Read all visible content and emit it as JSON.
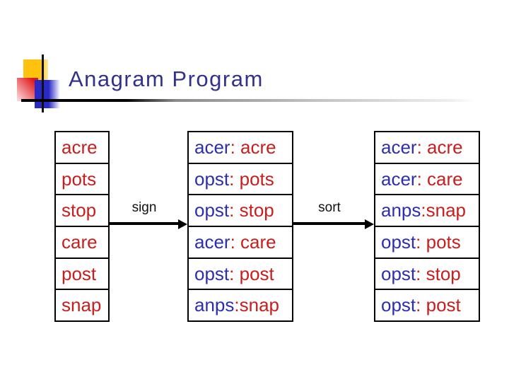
{
  "slide": {
    "title": "Anagram Program"
  },
  "colors": {
    "title": "#32328C",
    "word": "#C81E1E",
    "key": "#2E2EB0",
    "logoYellow": "#FFC20E",
    "logoBlue": "#2929C8",
    "logoRed": "#E01818"
  },
  "labels": {
    "sign": "sign",
    "sort": "sort"
  },
  "tables": {
    "input": {
      "rows": [
        "acre",
        "pots",
        "stop",
        "care",
        "post",
        "snap"
      ]
    },
    "signed": {
      "rows": [
        {
          "key": "acer",
          "sep": ": ",
          "word": "acre"
        },
        {
          "key": "opst",
          "sep": ": ",
          "word": "pots"
        },
        {
          "key": "opst",
          "sep": ": ",
          "word": "stop"
        },
        {
          "key": "acer",
          "sep": ": ",
          "word": "care"
        },
        {
          "key": "opst",
          "sep": ": ",
          "word": "post"
        },
        {
          "key": "anps",
          "sep": ":",
          "word": "snap"
        }
      ]
    },
    "sorted": {
      "rows": [
        {
          "key": "acer",
          "sep": ": ",
          "word": "acre"
        },
        {
          "key": "acer",
          "sep": ": ",
          "word": "care"
        },
        {
          "key": "anps",
          "sep": ":",
          "word": "snap"
        },
        {
          "key": "opst",
          "sep": ": ",
          "word": "pots"
        },
        {
          "key": "opst",
          "sep": ": ",
          "word": "stop"
        },
        {
          "key": "opst",
          "sep": ": ",
          "word": "post"
        }
      ]
    }
  }
}
